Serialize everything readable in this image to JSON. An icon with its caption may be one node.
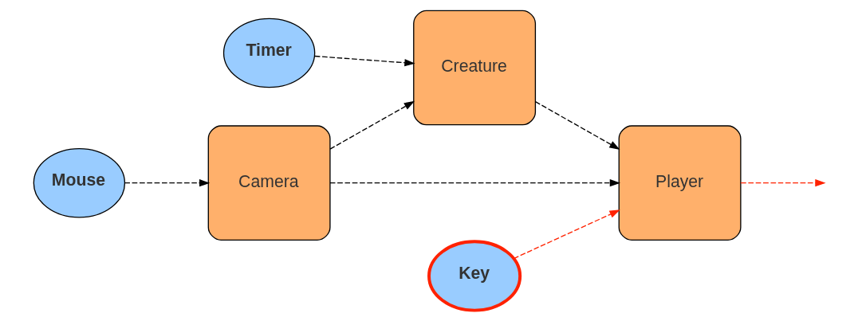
{
  "diagram": {
    "nodes": [
      {
        "text": [
          "Timer"
        ]
      },
      {
        "text": [
          "Creature"
        ]
      },
      {
        "text": [
          "Mouse"
        ]
      },
      {
        "text": [
          "Camera"
        ]
      },
      {
        "text": [
          "Player"
        ]
      },
      {
        "text": [
          "Key"
        ]
      }
    ],
    "edges": [
      {
        "from": 0,
        "to": 1,
        "arrow": "to",
        "style": "dashed"
      },
      {
        "from": 3,
        "to": 1,
        "arrow": "to",
        "style": "dashed"
      },
      {
        "from": 1,
        "to": 4,
        "arrow": "to",
        "style": "dashed"
      },
      {
        "from": 2,
        "to": 3,
        "arrow": "to",
        "style": "dashed"
      },
      {
        "from": 3,
        "to": 4,
        "arrow": "to",
        "style": "dashed"
      },
      {
        "from": 5,
        "to": 4,
        "arrow": "to",
        "style": "dashed",
        "color": "#ff2200"
      },
      {
        "from": 4,
        "to": null,
        "arrow": "to",
        "style": "dashed",
        "color": "#ff2200"
      }
    ]
  }
}
